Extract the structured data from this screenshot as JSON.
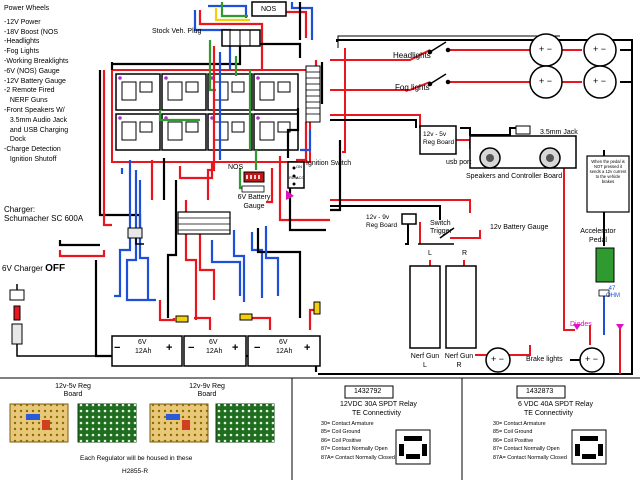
{
  "features": {
    "title": "Power Wheels",
    "items": [
      "-12V Power",
      "-18V Boost (NOS",
      "-Headlights",
      "-Fog Lights",
      "-Working Breaklights",
      "-6V (NOS) Gauge",
      "-12V Battery Gauge",
      "-2 Remote Fired",
      "  NERF Guns",
      "-Front Speakers W/",
      "  3.5mm Audio Jack",
      "  and USB Charging",
      "  Dock",
      "-Charge Detection",
      "  Ignition Shutoff"
    ]
  },
  "charger": {
    "label": "Charger:",
    "model": "Schumacher SC 600A"
  },
  "charger_switch": {
    "label": "6V Charger",
    "state": "OFF"
  },
  "labels": {
    "nos_top": "NOS",
    "stock_plug": "Stock Veh. Plug",
    "nos_mid": "NOS",
    "ign_switch": "Ignition Switch",
    "ign_on": "ON",
    "ign_run": "RUN",
    "ign_acc": "ACC",
    "battery_gauge_6v": "6V Battery Gauge",
    "headlights": "Headlights",
    "fog_lights": "Fog lights",
    "reg_12v_5v": "12v - 5v Reg Board",
    "jack": "3.5mm Jack",
    "usb_port": "usb port",
    "speakers": "Speakers and Controller Board",
    "reg_12v_9v": "12v - 9v Reg Board",
    "switch_trigger": "Switch Trigger",
    "batt_gauge_12v": "12v Battery Gauge",
    "note": "When the pedal is NOT pressed it sends a 12v current to the vehicle brakes",
    "accelerator": "Accelerator Pedal",
    "ohm": "47 OHM",
    "diodes": "Diodes",
    "brake_lights": "Brake lights",
    "nerf_l": "Nerf Gun L",
    "nerf_r": "Nerf Gun R",
    "l": "L",
    "r": "R"
  },
  "batteries": [
    {
      "v": "6V",
      "ah": "12Ah"
    },
    {
      "v": "6V",
      "ah": "12Ah"
    },
    {
      "v": "6V",
      "ah": "12Ah"
    }
  ],
  "regulators": {
    "board1": "12v-5v Reg Board",
    "board2": "12v-9v Reg Board",
    "housing": "Each Regulator will be housed in these",
    "housing_model": "H2855-R"
  },
  "relays": [
    {
      "part": "1432792",
      "title": "12VDC 30A SPDT Relay",
      "maker": "TE Connectivity",
      "pins": [
        "30= Contact Armature",
        "85= Coil Ground",
        "86= Coil Positive",
        "87= Contact Normally Open",
        "87A= Contact Normally Closed"
      ]
    },
    {
      "part": "1432873",
      "title": "6 VDC 40A SPDT Relay",
      "maker": "TE Connectivity",
      "pins": [
        "30= Contact Armature",
        "85= Coil Ground",
        "86= Coil Positive",
        "87= Contact Normally Open",
        "87A= Contact Normally Closed"
      ]
    }
  ],
  "polarity": {
    "plus": "+",
    "minus": "−"
  },
  "colors": {
    "red": "#e8161e",
    "black": "#000000",
    "blue": "#1e4fd8",
    "green": "#2f9a2f",
    "yellow": "#f2d010",
    "pink": "#e010c0",
    "white": "#ffffff",
    "gray": "#8a8a8a",
    "darkgreen": "#1f6e1f",
    "board_tan": "#e8c878"
  }
}
